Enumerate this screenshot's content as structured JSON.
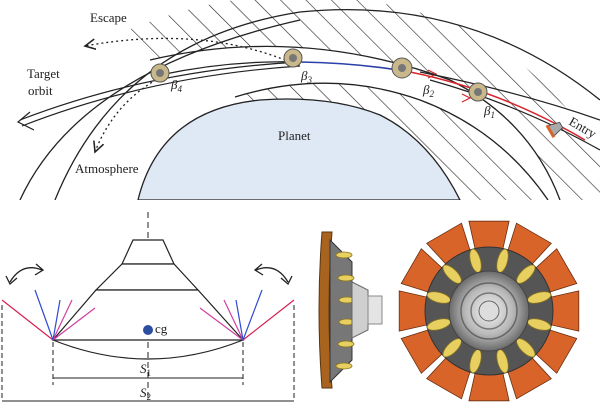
{
  "top_diagram": {
    "labels": {
      "escape": "Escape",
      "target_orbit_line1": "Target",
      "target_orbit_line2": "orbit",
      "atmosphere": "Atmosphere",
      "planet": "Planet",
      "entry": "Entry"
    },
    "beta_labels": [
      {
        "symbol": "β",
        "sub": "4"
      },
      {
        "symbol": "β",
        "sub": "3"
      },
      {
        "symbol": "β",
        "sub": "2"
      },
      {
        "symbol": "β",
        "sub": "1"
      }
    ]
  },
  "cross_section": {
    "cg_label": "cg",
    "s1_label": {
      "symbol": "S",
      "sub": "1"
    },
    "s2_label": {
      "symbol": "S",
      "sub": "2"
    }
  },
  "colors": {
    "planet_fill": "#dfe8f5",
    "trajectory_blue": "#2a3fa8",
    "trajectory_red": "#d8242c",
    "flap_blue": "#2f4ad0",
    "flap_red": "#d82050",
    "flap_pink": "#d040a0",
    "cg_dot": "#2d4ea0",
    "flap_orange": "#d9642a",
    "flap_yellow": "#e8d060"
  }
}
